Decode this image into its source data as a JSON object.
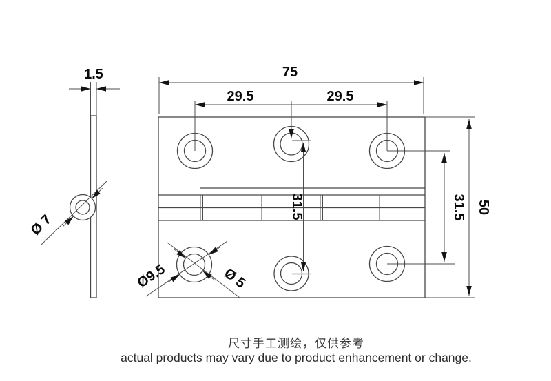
{
  "drawing": {
    "side_view": {
      "thickness": "1.5",
      "barrel_diameter": "Ø 7"
    },
    "front_view": {
      "plate_width": "75",
      "hole_spacing_left": "29.5",
      "hole_spacing_right": "29.5",
      "plate_height": "50",
      "hole_span_center": "31.5",
      "hole_span_right": "31.5",
      "countersink_diameter": "Ø9.5",
      "hole_diameter": "Ø 5"
    },
    "colors": {
      "outline": "#474747",
      "dimension_text": "#0a0a0a",
      "center_tick": "#8f8f8f"
    }
  },
  "footer": {
    "note_cn": "尺寸手工测绘，仅供参考",
    "note_en": "actual products may vary due to product enhancement or change."
  }
}
